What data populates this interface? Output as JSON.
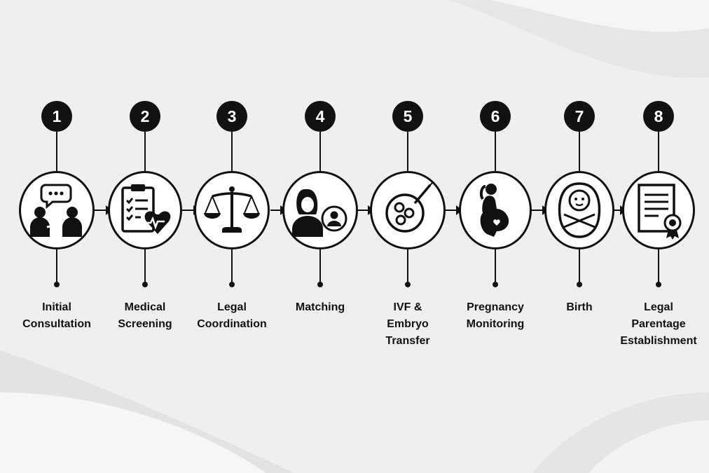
{
  "steps": [
    {
      "number": "1",
      "label_lines": [
        "Initial",
        "Consultation"
      ],
      "icon": "consultation-icon"
    },
    {
      "number": "2",
      "label_lines": [
        "Medical",
        "Screening"
      ],
      "icon": "medical-screening-icon"
    },
    {
      "number": "3",
      "label_lines": [
        "Legal",
        "Coordination"
      ],
      "icon": "scales-of-justice-icon"
    },
    {
      "number": "4",
      "label_lines": [
        "Matching"
      ],
      "icon": "matching-icon"
    },
    {
      "number": "5",
      "label_lines": [
        "IVF &",
        "Embryo",
        "Transfer"
      ],
      "icon": "petri-dish-icon"
    },
    {
      "number": "6",
      "label_lines": [
        "Pregnancy",
        "Monitoring"
      ],
      "icon": "pregnant-woman-icon"
    },
    {
      "number": "7",
      "label_lines": [
        "Birth"
      ],
      "icon": "swaddled-baby-icon"
    },
    {
      "number": "8",
      "label_lines": [
        "Legal",
        "Parentage",
        "Establishment"
      ],
      "icon": "certificate-icon"
    }
  ],
  "colors": {
    "background": "#efefef",
    "ink": "#111111",
    "circle_fill": "#ffffff"
  }
}
